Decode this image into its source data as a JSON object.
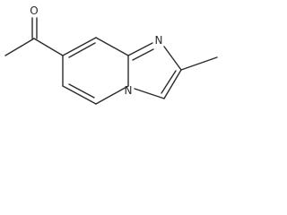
{
  "molecule": {
    "atoms": {
      "oxygen": "O",
      "nitrogen_imidazole": "N",
      "nitrogen_bridge": "N"
    }
  }
}
